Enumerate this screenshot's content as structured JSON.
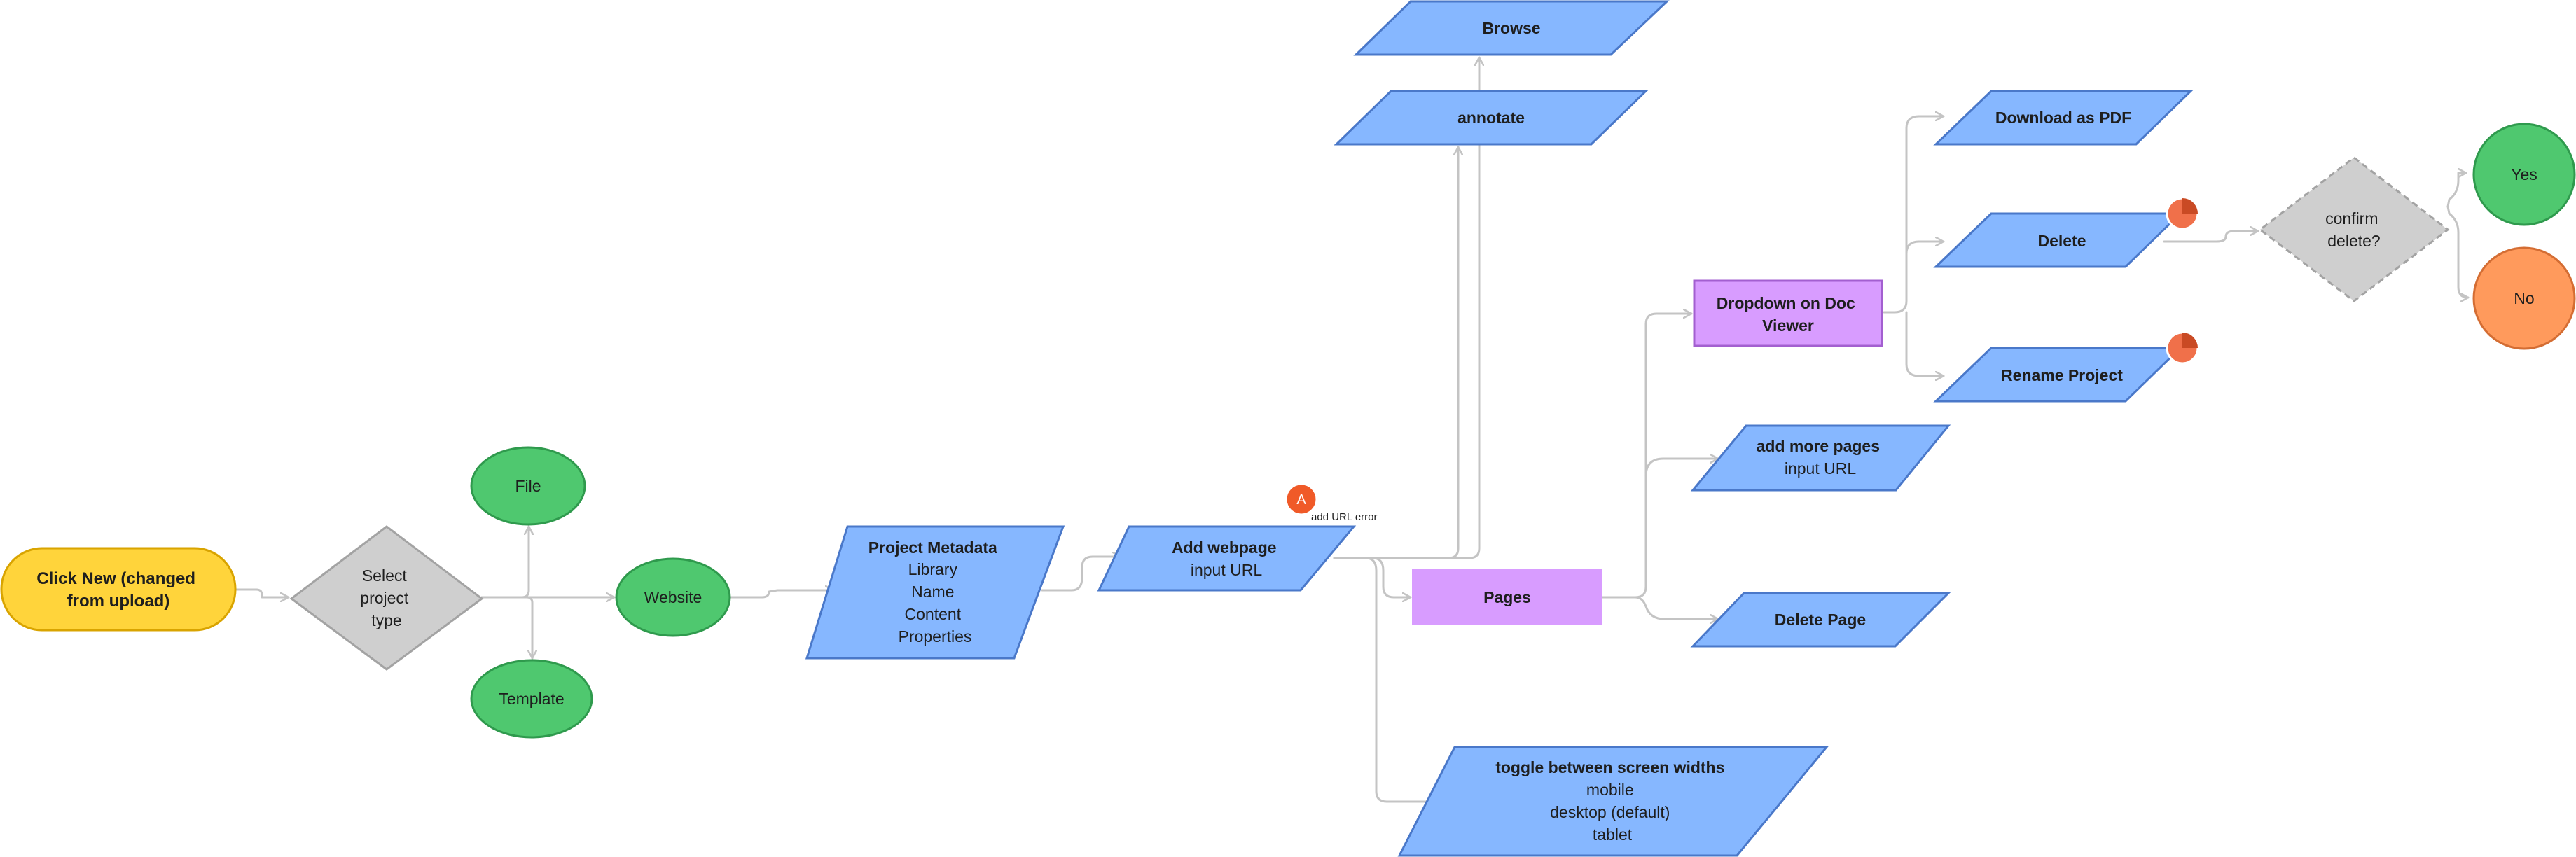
{
  "nodes": {
    "start": {
      "lines": [
        "Click New (changed",
        "from upload)"
      ]
    },
    "select_type": {
      "lines": [
        "Select",
        "project",
        "type"
      ]
    },
    "file": {
      "lines": [
        "File"
      ]
    },
    "website": {
      "lines": [
        "Website"
      ]
    },
    "template": {
      "lines": [
        "Template"
      ]
    },
    "metadata": {
      "lines": [
        "Project Metadata",
        "Library",
        "Name",
        "Content",
        "Properties"
      ]
    },
    "add_webpage": {
      "lines": [
        "Add webpage",
        "input URL"
      ]
    },
    "browse": {
      "lines": [
        "Browse"
      ]
    },
    "annotate": {
      "lines": [
        "annotate"
      ]
    },
    "pages": {
      "lines": [
        "Pages"
      ]
    },
    "toggle_widths": {
      "lines": [
        "toggle between screen widths",
        "mobile",
        "desktop (default)",
        "tablet"
      ]
    },
    "dropdown": {
      "lines": [
        "Dropdown on Doc",
        "Viewer"
      ]
    },
    "add_more_pages": {
      "lines": [
        "add more pages",
        "input URL"
      ]
    },
    "delete_page": {
      "lines": [
        "Delete Page"
      ]
    },
    "download_pdf": {
      "lines": [
        "Download as PDF"
      ]
    },
    "delete": {
      "lines": [
        "Delete"
      ]
    },
    "rename_project": {
      "lines": [
        "Rename Project"
      ]
    },
    "confirm_delete": {
      "lines": [
        "confirm",
        "delete?"
      ]
    },
    "yes": {
      "lines": [
        "Yes"
      ]
    },
    "no": {
      "lines": [
        "No"
      ]
    }
  },
  "comment": {
    "avatar_letter": "A",
    "text": "add URL error"
  },
  "colors": {
    "terminal_fill": "#ffd43b",
    "terminal_stroke": "#d9a400",
    "decision_fill": "#cfcfcf",
    "decision_stroke": "#a3a3a3",
    "option_fill": "#4fc86f",
    "option_stroke": "#2f9a4d",
    "io_fill": "#86b7ff",
    "io_stroke": "#4a78c9",
    "process_fill": "#d89cff",
    "process_stroke": "#a35fd0",
    "no_fill": "#ff9a5c",
    "no_stroke": "#d46d33",
    "comment_badge": "#f05a28",
    "edge": "#c4c4c4"
  }
}
